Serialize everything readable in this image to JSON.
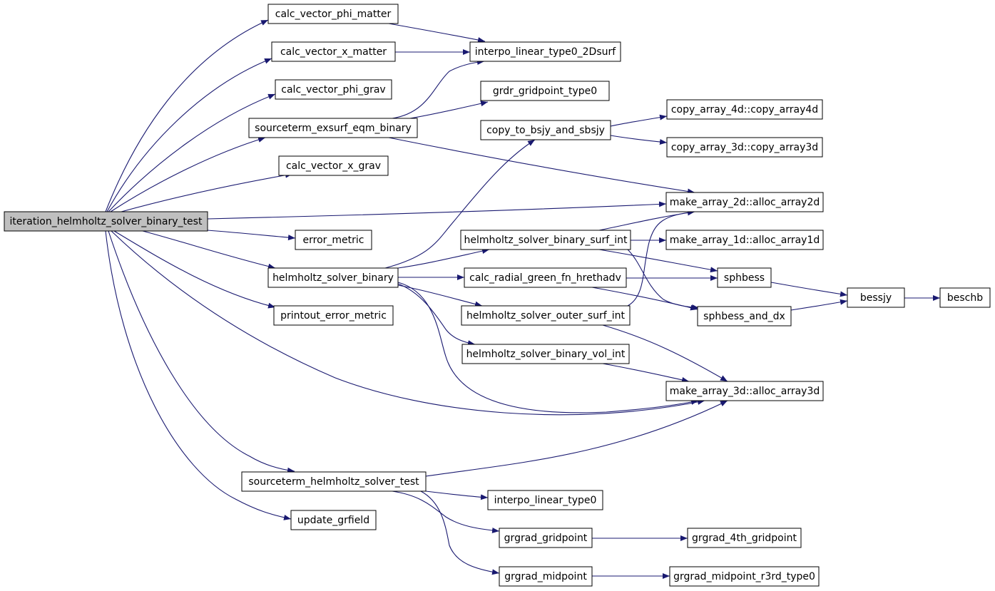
{
  "graph": {
    "colors": {
      "edge": "#191970",
      "root_fill": "#bfbfbf",
      "node_fill": "#ffffff",
      "border": "#000000"
    },
    "nodes": {
      "root": "iteration_helmholtz_solver_binary_test",
      "calc_vector_phi_matter": "calc_vector_phi_matter",
      "calc_vector_x_matter": "calc_vector_x_matter",
      "calc_vector_phi_grav": "calc_vector_phi_grav",
      "sourceterm_exsurf_eqm_binary": "sourceterm_exsurf_eqm_binary",
      "calc_vector_x_grav": "calc_vector_x_grav",
      "error_metric": "error_metric",
      "helmholtz_solver_binary": "helmholtz_solver_binary",
      "printout_error_metric": "printout_error_metric",
      "sourceterm_helmholtz_solver_test": "sourceterm_helmholtz_solver_test",
      "update_grfield": "update_grfield",
      "interpo_linear_type0_2Dsurf": "interpo_linear_type0_2Dsurf",
      "grdr_gridpoint_type0": "grdr_gridpoint_type0",
      "copy_to_bsjy_and_sbsjy": "copy_to_bsjy_and_sbsjy",
      "helmholtz_solver_binary_surf_int": "helmholtz_solver_binary_surf_int",
      "calc_radial_green_fn_hrethadv": "calc_radial_green_fn_hrethadv",
      "helmholtz_solver_outer_surf_int": "helmholtz_solver_outer_surf_int",
      "helmholtz_solver_binary_vol_int": "helmholtz_solver_binary_vol_int",
      "interpo_linear_type0": "interpo_linear_type0",
      "grgrad_gridpoint": "grgrad_gridpoint",
      "grgrad_midpoint": "grgrad_midpoint",
      "copy_array_4d": "copy_array_4d::copy_array4d",
      "copy_array_3d": "copy_array_3d::copy_array3d",
      "alloc_array2d": "make_array_2d::alloc_array2d",
      "alloc_array1d": "make_array_1d::alloc_array1d",
      "sphbess": "sphbess",
      "sphbess_and_dx": "sphbess_and_dx",
      "alloc_array3d": "make_array_3d::alloc_array3d",
      "grgrad_4th_gridpoint": "grgrad_4th_gridpoint",
      "grgrad_midpoint_r3rd_type0": "grgrad_midpoint_r3rd_type0",
      "bessjy": "bessjy",
      "beschb": "beschb"
    },
    "edges": [
      [
        "root",
        "calc_vector_phi_matter"
      ],
      [
        "root",
        "calc_vector_x_matter"
      ],
      [
        "root",
        "calc_vector_phi_grav"
      ],
      [
        "root",
        "sourceterm_exsurf_eqm_binary"
      ],
      [
        "root",
        "calc_vector_x_grav"
      ],
      [
        "root",
        "alloc_array2d"
      ],
      [
        "root",
        "error_metric"
      ],
      [
        "root",
        "helmholtz_solver_binary"
      ],
      [
        "root",
        "printout_error_metric"
      ],
      [
        "root",
        "alloc_array3d"
      ],
      [
        "root",
        "sourceterm_helmholtz_solver_test"
      ],
      [
        "root",
        "update_grfield"
      ],
      [
        "calc_vector_phi_matter",
        "interpo_linear_type0_2Dsurf"
      ],
      [
        "calc_vector_x_matter",
        "interpo_linear_type0_2Dsurf"
      ],
      [
        "sourceterm_exsurf_eqm_binary",
        "interpo_linear_type0_2Dsurf"
      ],
      [
        "sourceterm_exsurf_eqm_binary",
        "grdr_gridpoint_type0"
      ],
      [
        "sourceterm_exsurf_eqm_binary",
        "alloc_array2d"
      ],
      [
        "helmholtz_solver_binary",
        "copy_to_bsjy_and_sbsjy"
      ],
      [
        "helmholtz_solver_binary",
        "helmholtz_solver_binary_surf_int"
      ],
      [
        "helmholtz_solver_binary",
        "calc_radial_green_fn_hrethadv"
      ],
      [
        "helmholtz_solver_binary",
        "helmholtz_solver_outer_surf_int"
      ],
      [
        "helmholtz_solver_binary",
        "helmholtz_solver_binary_vol_int"
      ],
      [
        "helmholtz_solver_binary",
        "alloc_array3d"
      ],
      [
        "copy_to_bsjy_and_sbsjy",
        "copy_array_4d"
      ],
      [
        "copy_to_bsjy_and_sbsjy",
        "copy_array_3d"
      ],
      [
        "helmholtz_solver_binary_surf_int",
        "alloc_array2d"
      ],
      [
        "helmholtz_solver_binary_surf_int",
        "alloc_array1d"
      ],
      [
        "helmholtz_solver_binary_surf_int",
        "sphbess"
      ],
      [
        "helmholtz_solver_binary_surf_int",
        "sphbess_and_dx"
      ],
      [
        "calc_radial_green_fn_hrethadv",
        "sphbess"
      ],
      [
        "calc_radial_green_fn_hrethadv",
        "sphbess_and_dx"
      ],
      [
        "helmholtz_solver_outer_surf_int",
        "alloc_array2d"
      ],
      [
        "helmholtz_solver_outer_surf_int",
        "alloc_array3d"
      ],
      [
        "helmholtz_solver_binary_vol_int",
        "alloc_array3d"
      ],
      [
        "sphbess",
        "bessjy"
      ],
      [
        "sphbess_and_dx",
        "bessjy"
      ],
      [
        "bessjy",
        "beschb"
      ],
      [
        "sourceterm_helmholtz_solver_test",
        "alloc_array3d"
      ],
      [
        "sourceterm_helmholtz_solver_test",
        "interpo_linear_type0"
      ],
      [
        "sourceterm_helmholtz_solver_test",
        "grgrad_gridpoint"
      ],
      [
        "sourceterm_helmholtz_solver_test",
        "grgrad_midpoint"
      ],
      [
        "grgrad_gridpoint",
        "grgrad_4th_gridpoint"
      ],
      [
        "grgrad_midpoint",
        "grgrad_midpoint_r3rd_type0"
      ]
    ]
  }
}
